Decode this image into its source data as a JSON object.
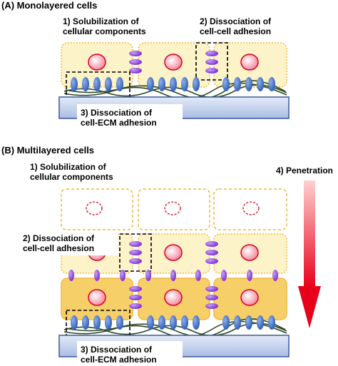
{
  "panel_a": {
    "title": "(A) Monolayered cells",
    "step1": [
      "1) Solubilization of",
      "cellular components"
    ],
    "step2": [
      "2) Dissociation of",
      "cell-cell adhesion"
    ],
    "step3": [
      "3) Dissociation of",
      "cell-ECM adhesion"
    ]
  },
  "panel_b": {
    "title": "(B) Multilayered cells",
    "step1": [
      "1) Solubilization of",
      "cellular components"
    ],
    "step2": [
      "2) Dissociation of",
      "cell-cell adhesion"
    ],
    "step3": [
      "3) Dissociation of",
      "cell-ECM adhesion"
    ],
    "step4": "4) Penetration"
  },
  "colors": {
    "cell_fill_light": "#fdf3c8",
    "cell_fill_dark": "#f7cf69",
    "cell_border": "#f0b83a",
    "nucleus_fill": "#f48aa0",
    "nucleus_border": "#d8001e",
    "junction_purple": "#8a39d8",
    "integrin_blue": "#3a68c0",
    "ecm_green": "#2e4a24",
    "substrate_fill": "#c5d4ee",
    "substrate_border": "#3a5a9a",
    "arrow_red": "#e8001a"
  }
}
